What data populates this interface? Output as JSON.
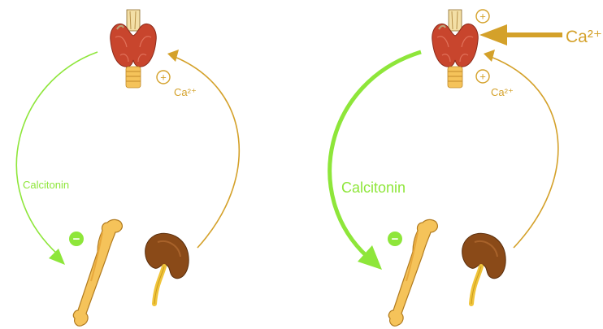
{
  "colors": {
    "calcitonin_green": "#8EE63A",
    "calcium_gold": "#D4A12A",
    "thyroid_red": "#C8452D",
    "bone": "#F5C35A",
    "kidney": "#8A4A18"
  },
  "left_panel": {
    "calcitonin_label": "Calcitonin",
    "calcium_label": "Ca²⁺",
    "plus_symbol": "+",
    "minus_symbol": "−"
  },
  "right_panel": {
    "calcitonin_label": "Calcitonin",
    "calcium_label": "Ca²⁺",
    "calcium_input_label": "Ca²⁺",
    "plus_symbol_top": "+",
    "plus_symbol_mid": "+",
    "minus_symbol": "−"
  },
  "icons": {
    "thyroid": "thyroid-gland-icon",
    "bone": "femur-bone-icon",
    "kidney": "kidney-icon"
  }
}
